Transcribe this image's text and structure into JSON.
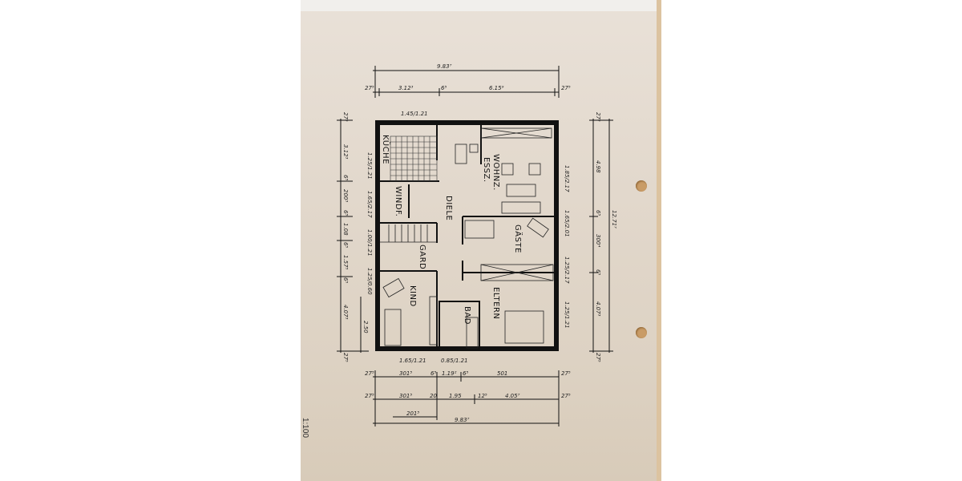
{
  "scale_label": "1:100",
  "rooms": {
    "kitchen": "KÜCHE",
    "living": "WOHNZ.",
    "dining": "ESSZ.",
    "windfang": "WINDF.",
    "hall": "DIELE",
    "guest": "GÄSTE",
    "wardrobe": "GARD",
    "child": "KIND",
    "parents": "ELTERN",
    "bath": "BAD"
  },
  "dimensions": {
    "top_total": "9.83⁷",
    "top_row": [
      "27⁵",
      "3.12³",
      "6⁵",
      "6.15⁹",
      "27⁵"
    ],
    "bottom_row1": [
      "27⁵",
      "301⁵",
      "6⁵",
      "1.19²",
      "6⁵",
      "501",
      "27⁵"
    ],
    "bottom_row2": [
      "27⁵",
      "301⁵",
      "20",
      "1.95",
      "12⁵",
      "4.05⁷",
      "27⁵"
    ],
    "bottom_sub": "201⁵",
    "bottom_total": "9.83⁷",
    "right_row": [
      "27⁵",
      "4.98",
      "6⁵",
      "300⁴",
      "6⁵",
      "4.07³",
      "27⁵"
    ],
    "right_total": "12.71⁷",
    "left_row": [
      "27⁵",
      "3.12³",
      "6⁵",
      "200³",
      "6⁵",
      "1.08",
      "6⁵",
      "1.57⁵",
      "6⁵",
      "4.07³",
      "27⁵"
    ],
    "left_inner": "2.50",
    "openings": [
      "1.45/1.21",
      "1.25/1.21",
      "1.65/2.17",
      "1.85/2.17",
      "1.65/2.01",
      "1.25/0.60",
      "1.00/1.21",
      "1.25/2.17",
      "1.25/1.21",
      "1.65/1.21",
      "0.85/1.21"
    ]
  }
}
